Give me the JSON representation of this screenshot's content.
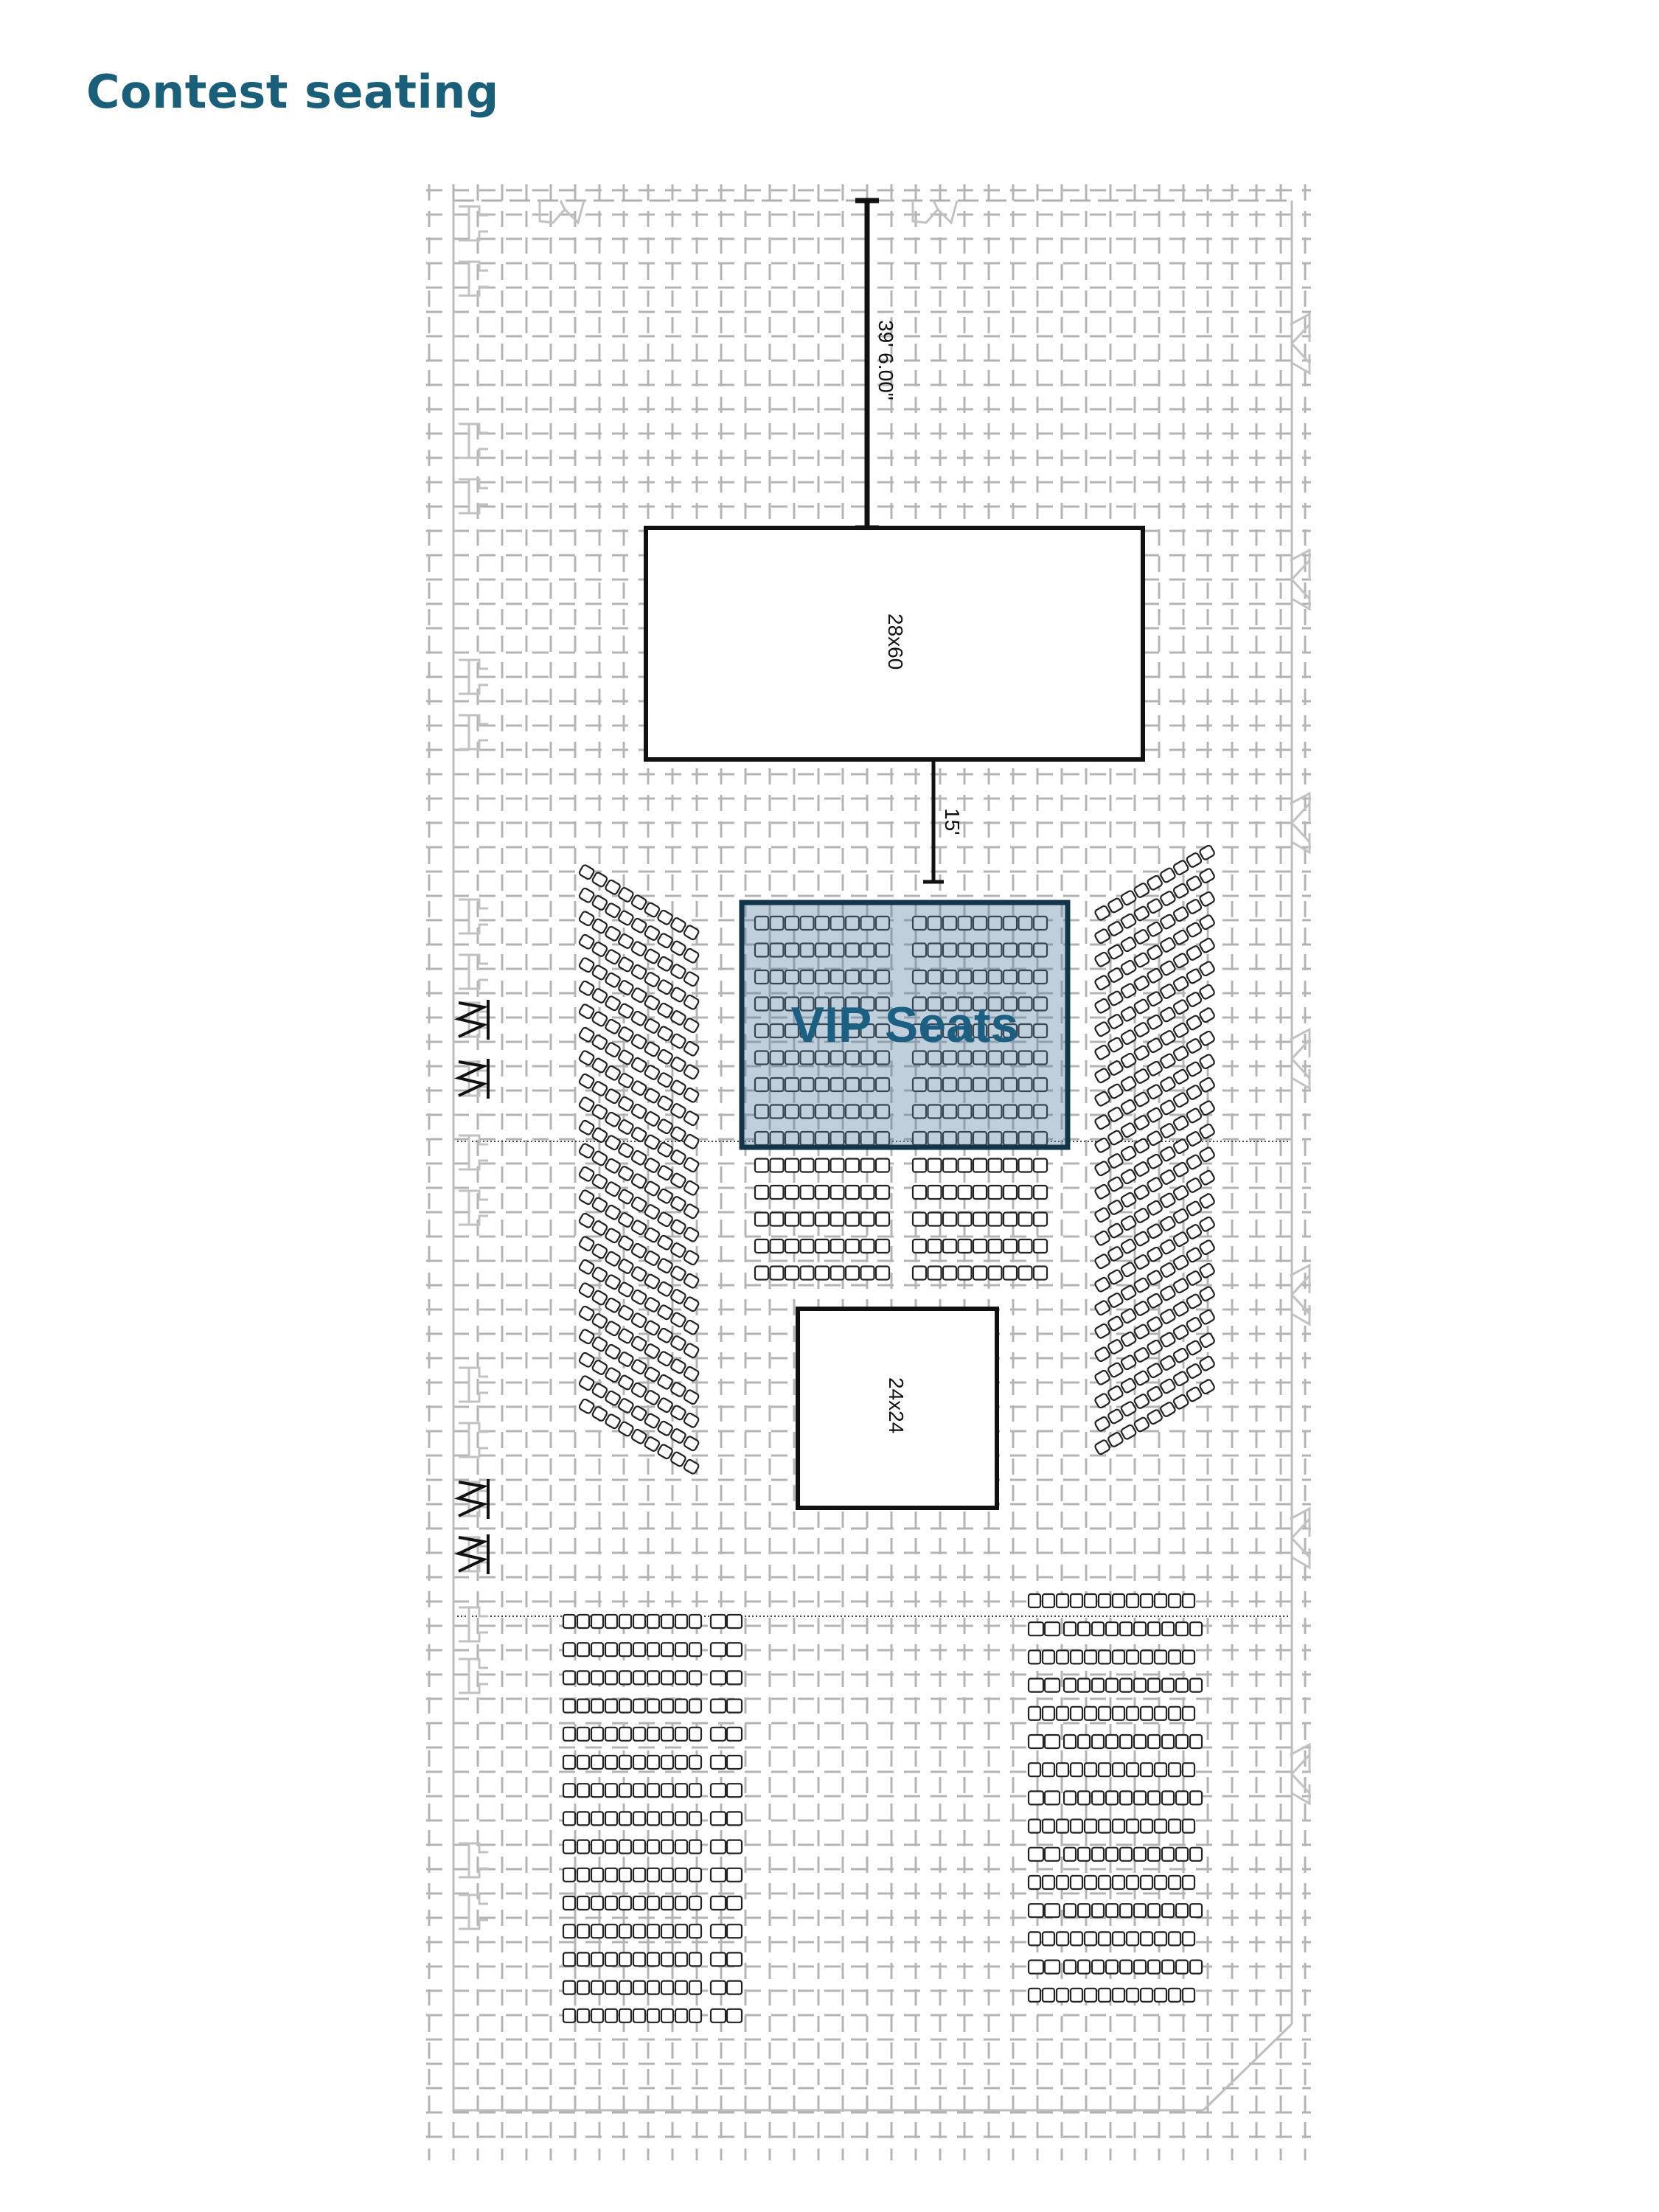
{
  "title": "Contest seating",
  "plan": {
    "main_stage_label": "28x60",
    "small_stage_label": "24x24",
    "dimension_top": "39' 6.00\"",
    "dimension_gap": "15'",
    "vip_label": "VIP Seats"
  },
  "colors": {
    "title": "#1a5f7a",
    "vip_fill": "#5682a0",
    "vip_border": "#123548",
    "vip_text": "#1b5f82",
    "grid": "#b4b4b4"
  }
}
